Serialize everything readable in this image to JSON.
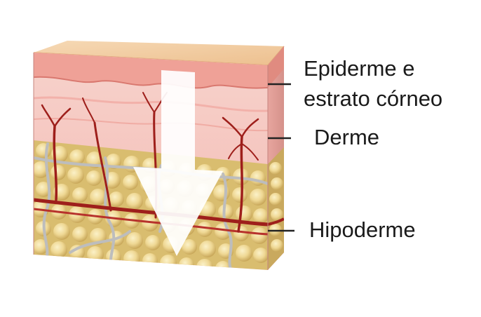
{
  "labels": {
    "epidermis_line1": "Epiderme e",
    "epidermis_line2": "estrato córneo",
    "dermis": "Derme",
    "hypodermis": "Hipoderme"
  },
  "colors": {
    "skin_surface": "#f2c9a0",
    "epidermis": "#ef9c8f",
    "dermis": "#f6c9c2",
    "dermis_side": "#d98f8c",
    "fat": "#e8d08a",
    "fat_globule": "#f1dfa0",
    "blood_vessel": "#a3201c",
    "nerve_fiber": "#b9b9b9",
    "arrow": "#ffffff",
    "leader_line": "#222222"
  }
}
